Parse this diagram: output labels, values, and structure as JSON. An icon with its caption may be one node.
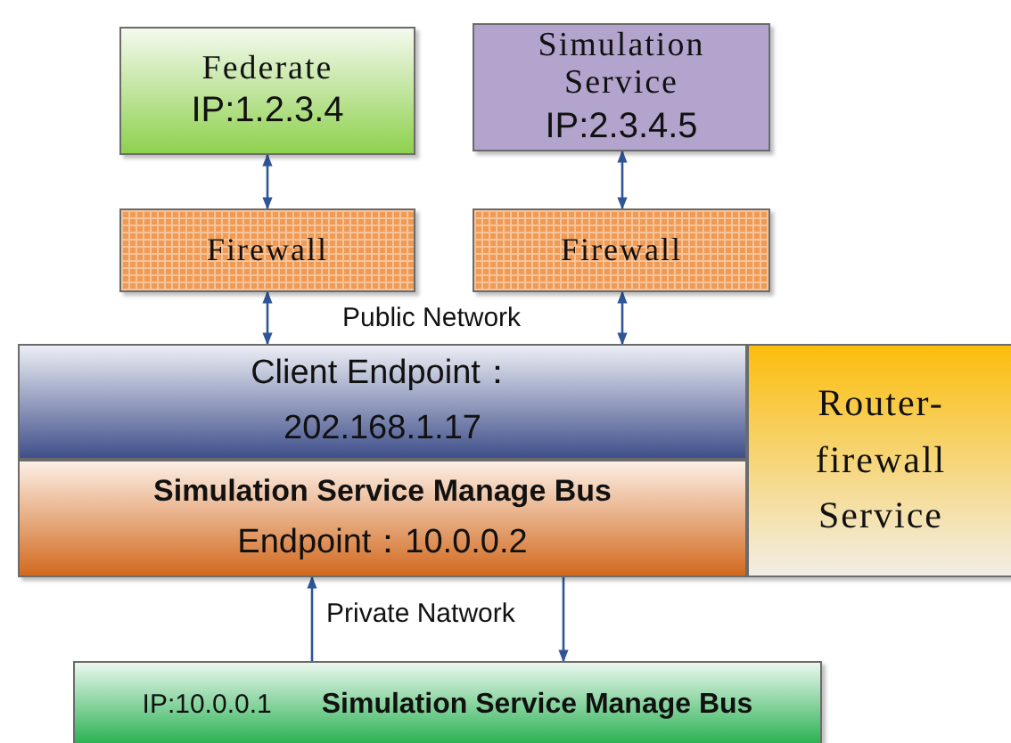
{
  "diagram": {
    "nodes": [
      {
        "text": [
          "Federate",
          "IP:1.2.3.4"
        ]
      },
      {
        "text": [
          "Simulation Service",
          "IP:2.3.4.5"
        ]
      },
      {
        "text": [
          "Firewall"
        ]
      },
      {
        "text": [
          "Firewall"
        ]
      },
      {
        "text": [
          "Client Endpoint： 202.168.1.17"
        ]
      },
      {
        "text": [
          "Simulation Service Manage Bus",
          "Endpoint：10.0.0.2"
        ]
      },
      {
        "text": [
          "Router-firewall Service"
        ]
      },
      {
        "text": [
          "IP:10.0.0.1",
          "Simulation Service Manage Bus"
        ]
      }
    ],
    "edges": [
      {
        "from": 0,
        "to": 2,
        "arrow": "both"
      },
      {
        "from": 1,
        "to": 3,
        "arrow": "both"
      },
      {
        "from": 2,
        "to": 4,
        "arrow": "both"
      },
      {
        "from": 3,
        "to": 4,
        "arrow": "both"
      },
      {
        "from": 7,
        "to": 5,
        "arrow": "to"
      },
      {
        "from": 5,
        "to": 7,
        "arrow": "to"
      }
    ],
    "labels": [
      "Public Network",
      "Private Natwork"
    ]
  }
}
